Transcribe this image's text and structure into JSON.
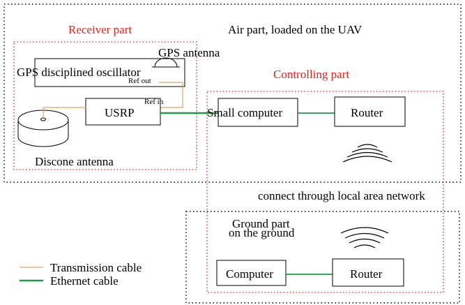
{
  "groups": {
    "air": "Air part, loaded on the UAV",
    "receiver": "Receiver part",
    "controlling": "Controlling part",
    "ground_line1": "Ground part",
    "ground_line2": "on the ground"
  },
  "components": {
    "gps_antenna": "GPS antenna",
    "gpsdo": "GPS disciplined oscillator",
    "ref_out": "Ref out",
    "ref_in": "Ref in",
    "usrp": "USRP",
    "discone": "Discone antenna",
    "small_computer": "Small computer",
    "router_air": "Router",
    "computer": "Computer",
    "router_ground": "Router"
  },
  "connection_note": "connect through local area network",
  "legend": {
    "transmission": "Transmission cable",
    "ethernet": "Ethernet cable"
  },
  "colors": {
    "red_group": "#e8201a",
    "transmission_cable": "#f0a060",
    "ethernet_cable": "#1a9b4a",
    "black": "#000000"
  }
}
